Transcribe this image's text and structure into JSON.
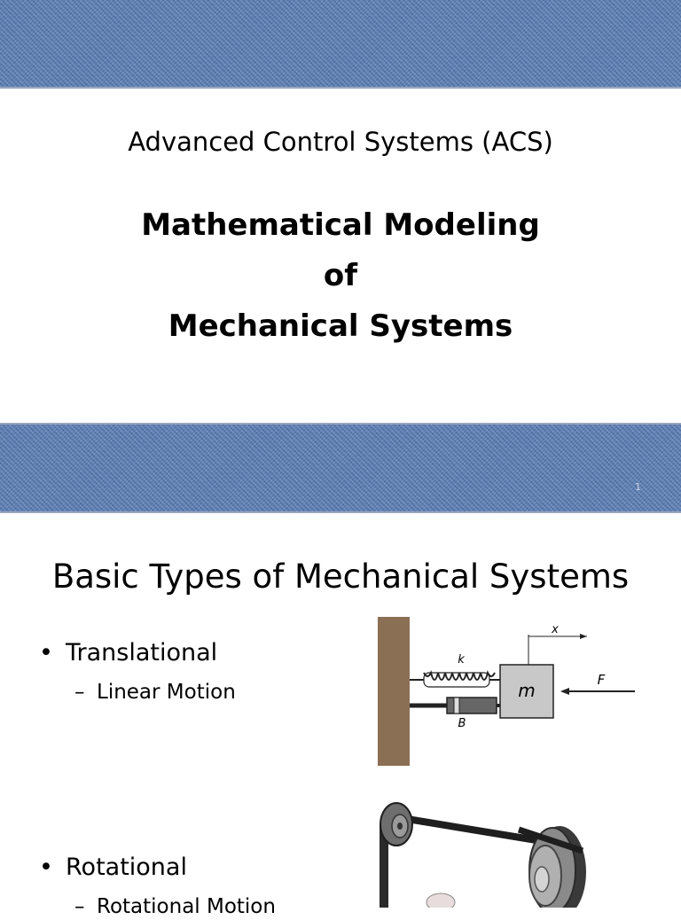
{
  "slide1": {
    "subtitle": "Advanced Control Systems (ACS)",
    "title_lines": [
      "Mathematical Modeling",
      "of",
      "Mechanical Systems"
    ],
    "slide_number": "1"
  },
  "slide2": {
    "heading": "Basic Types of Mechanical Systems",
    "bullets": [
      {
        "label": "Translational",
        "sub": "Linear Motion"
      },
      {
        "label": "Rotational",
        "sub": "Rotational Motion"
      }
    ],
    "diagram": {
      "k": "k",
      "m": "m",
      "B": "B",
      "F": "F",
      "x": "x"
    }
  },
  "colors": {
    "band": "#5b7fb6",
    "wall": "#8b6f55",
    "mass": "#c8c8c8"
  }
}
